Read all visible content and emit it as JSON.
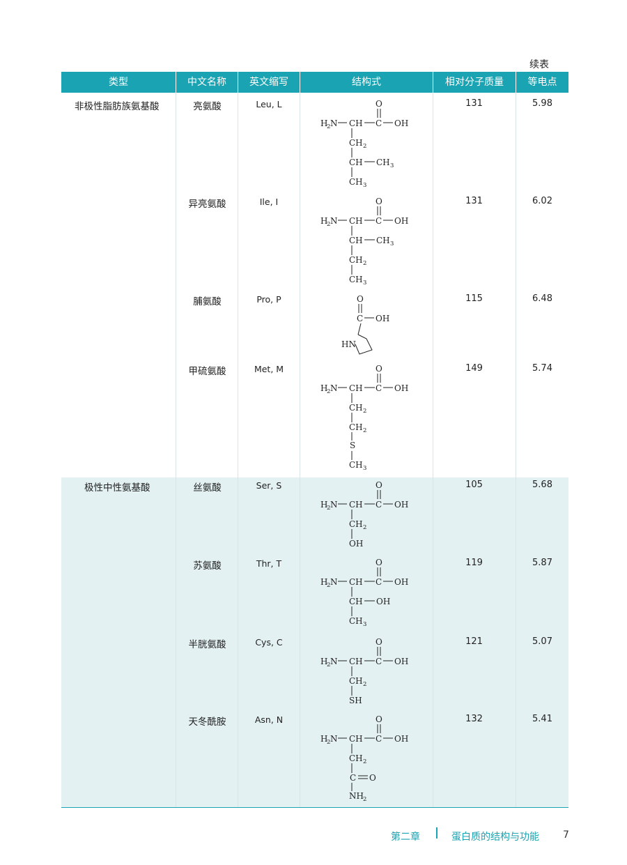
{
  "continued_label": "续表",
  "headers": [
    "类型",
    "中文名称",
    "英文缩写",
    "结构式",
    "相对分子质量",
    "等电点"
  ],
  "categories": [
    "非极性脂肪族氨基酸",
    "极性中性氨基酸"
  ],
  "rows": [
    {
      "name": "亮氨酸",
      "abbr": "Leu, L",
      "mass": "131",
      "pi": "5.98"
    },
    {
      "name": "异亮氨酸",
      "abbr": "Ile, I",
      "mass": "131",
      "pi": "6.02"
    },
    {
      "name": "脯氨酸",
      "abbr": "Pro, P",
      "mass": "115",
      "pi": "6.48"
    },
    {
      "name": "甲硫氨酸",
      "abbr": "Met, M",
      "mass": "149",
      "pi": "5.74"
    },
    {
      "name": "丝氨酸",
      "abbr": "Ser, S",
      "mass": "105",
      "pi": "5.68"
    },
    {
      "name": "苏氨酸",
      "abbr": "Thr, T",
      "mass": "119",
      "pi": "5.87"
    },
    {
      "name": "半胱氨酸",
      "abbr": "Cys, C",
      "mass": "121",
      "pi": "5.07"
    },
    {
      "name": "天冬酰胺",
      "abbr": "Asn, N",
      "mass": "132",
      "pi": "5.41"
    }
  ],
  "structure_labels": {
    "o": "O",
    "h": "H",
    "n": "N",
    "two": "2",
    "three": "3",
    "ch": "CH",
    "c": "C",
    "oh": "OH",
    "ch2": "CH",
    "ch3": "CH",
    "s": "S",
    "sh": "SH",
    "hn": "HN",
    "nh": "NH",
    "eqo": "O"
  },
  "footer": {
    "chapter": "第二章",
    "title": "蛋白质的结构与功能",
    "page": "7"
  }
}
